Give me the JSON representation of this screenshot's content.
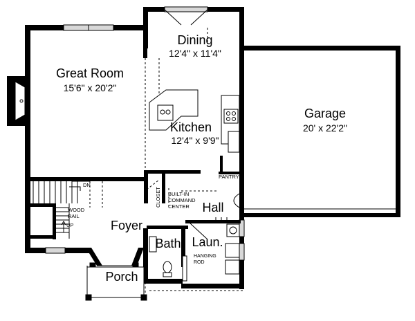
{
  "rooms": {
    "great_room": {
      "name": "Great Room",
      "dims": "15'6\" x 20'2\""
    },
    "dining": {
      "name": "Dining",
      "dims": "12'4\" x 11'4\""
    },
    "kitchen": {
      "name": "Kitchen",
      "dims": "12'4\" x 9'9\""
    },
    "garage": {
      "name": "Garage",
      "dims": "20' x 22'2\""
    },
    "foyer": {
      "name": "Foyer"
    },
    "hall": {
      "name": "Hall"
    },
    "bath": {
      "name": "Bath"
    },
    "laundry": {
      "name": "Laun."
    },
    "porch": {
      "name": "Porch"
    }
  },
  "labels": {
    "closet": "CLOSET",
    "pantry": "PANTRY",
    "command_center": [
      "BUILT-IN",
      "COMMAND",
      "CENTER"
    ],
    "stair_down": "DN",
    "stair_up": "UP",
    "wood_rail": [
      "WOOD",
      "RAIL"
    ],
    "hanging_rod": [
      "HANGING",
      "ROD"
    ]
  },
  "colors": {
    "wall": "#000000",
    "background": "#ffffff",
    "window_fill": "#d8d8d8"
  }
}
